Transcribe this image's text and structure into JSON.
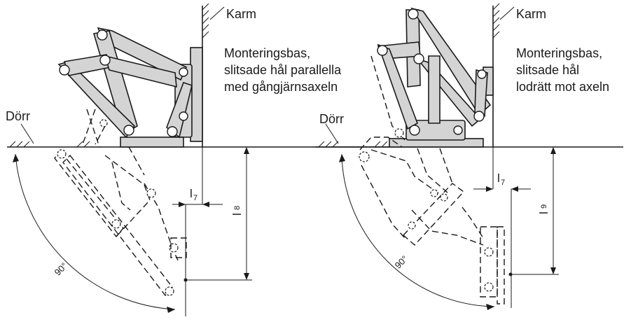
{
  "left": {
    "frame_label": "Karm",
    "base_label_lines": [
      "Monteringsbas,",
      "slitsade hål parallella",
      "med gångjärnsaxeln"
    ],
    "door_label": "Dörr",
    "angle_label": "90°",
    "dim_small": {
      "letter": "l",
      "index": "7"
    },
    "dim_large": {
      "letter": "l",
      "index": "8"
    }
  },
  "right": {
    "frame_label": "Karm",
    "base_label_lines": [
      "Monteringsbas,",
      "slitsade hål",
      "lodrätt mot axeln"
    ],
    "door_label": "Dörr",
    "angle_label": "90°",
    "dim_small": {
      "letter": "l",
      "index": "7"
    },
    "dim_large": {
      "letter": "l",
      "index": "9"
    }
  },
  "colors": {
    "link_fill": "#d4d4d4",
    "line": "#1a1a1a",
    "background": "#ffffff"
  }
}
